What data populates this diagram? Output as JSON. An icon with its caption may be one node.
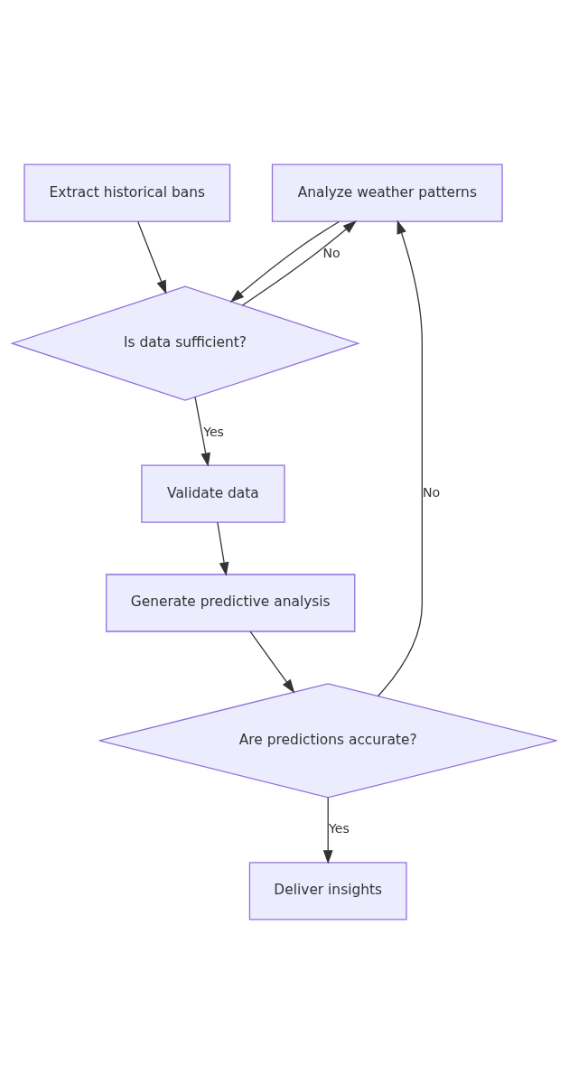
{
  "diagram": {
    "nodes": [
      {
        "text": [
          "Extract historical bans"
        ]
      },
      {
        "text": [
          "Analyze weather patterns"
        ]
      },
      {
        "text": [
          "Is data sufficient?"
        ]
      },
      {
        "text": [
          "Validate data"
        ]
      },
      {
        "text": [
          "Generate predictive analysis"
        ]
      },
      {
        "text": [
          "Are predictions accurate?"
        ]
      },
      {
        "text": [
          "Deliver insights"
        ]
      }
    ],
    "edges": [
      {
        "from": 0,
        "to": 2,
        "arrow": "to"
      },
      {
        "from": 1,
        "to": 2,
        "arrow": "to"
      },
      {
        "from": 2,
        "to": 1,
        "arrow": "to",
        "label": "No"
      },
      {
        "from": 2,
        "to": 3,
        "arrow": "to",
        "label": "Yes"
      },
      {
        "from": 3,
        "to": 4,
        "arrow": "to"
      },
      {
        "from": 4,
        "to": 5,
        "arrow": "to"
      },
      {
        "from": 5,
        "to": 1,
        "arrow": "to",
        "label": "No"
      },
      {
        "from": 5,
        "to": 6,
        "arrow": "to",
        "label": "Yes"
      }
    ]
  }
}
